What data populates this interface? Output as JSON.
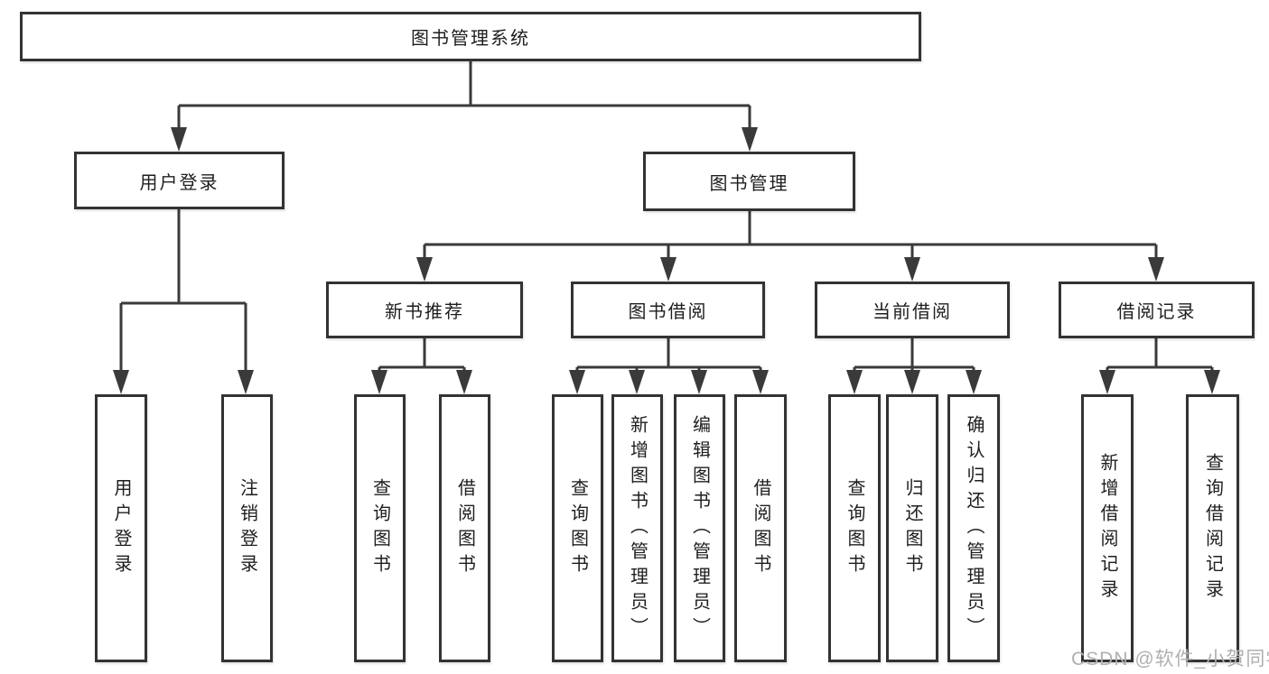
{
  "diagram": {
    "colors": {
      "line": "#3a3a3a",
      "box_border": "#333333",
      "text": "#1e1e1e",
      "background": "#ffffff",
      "watermark": "#b0b0b0"
    },
    "root": {
      "label": "图书管理系统"
    },
    "level2": [
      {
        "label": "用户登录",
        "parent": "图书管理系统"
      },
      {
        "label": "图书管理",
        "parent": "图书管理系统"
      }
    ],
    "level3": [
      {
        "label": "新书推荐",
        "parent": "图书管理"
      },
      {
        "label": "图书借阅",
        "parent": "图书管理"
      },
      {
        "label": "当前借阅",
        "parent": "图书管理"
      },
      {
        "label": "借阅记录",
        "parent": "图书管理"
      }
    ],
    "leaves": [
      {
        "label": "用户登录",
        "parent": "用户登录"
      },
      {
        "label": "注销登录",
        "parent": "用户登录"
      },
      {
        "label": "查询图书",
        "parent": "新书推荐"
      },
      {
        "label": "借阅图书",
        "parent": "新书推荐"
      },
      {
        "label": "查询图书",
        "parent": "图书借阅"
      },
      {
        "label": "新增图书（管理员）",
        "parent": "图书借阅"
      },
      {
        "label": "编辑图书（管理员）",
        "parent": "图书借阅"
      },
      {
        "label": "借阅图书",
        "parent": "图书借阅"
      },
      {
        "label": "查询图书",
        "parent": "当前借阅"
      },
      {
        "label": "归还图书",
        "parent": "当前借阅"
      },
      {
        "label": "确认归还（管理员）",
        "parent": "当前借阅"
      },
      {
        "label": "新增借阅记录",
        "parent": "借阅记录"
      },
      {
        "label": "查询借阅记录",
        "parent": "借阅记录"
      }
    ],
    "watermark": "CSDN @软件_小贺同学"
  }
}
